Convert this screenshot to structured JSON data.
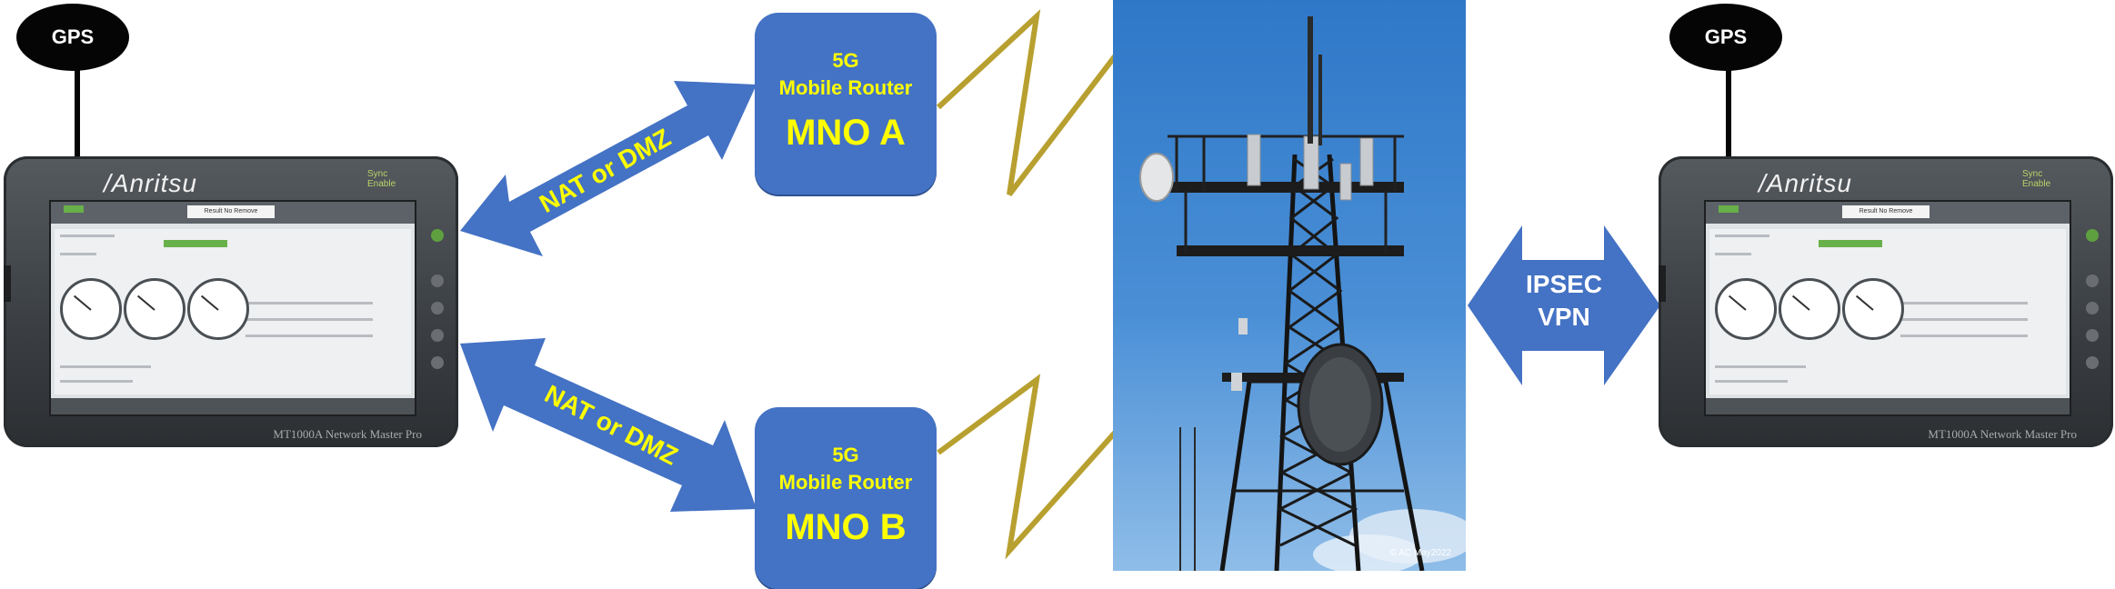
{
  "devices": {
    "left": {
      "brand": "/Anritsu",
      "model": "MT1000A Network Master Pro",
      "screen_title": "Result No Remove",
      "tag": "Sync Enable"
    },
    "right": {
      "brand": "/Anritsu",
      "model": "MT1000A Network Master Pro",
      "screen_title": "Result No Remove",
      "tag": "Sync Enable"
    }
  },
  "gps": {
    "left": "GPS",
    "right": "GPS"
  },
  "routers": {
    "a": {
      "line1": "5G",
      "line2": "Mobile Router",
      "line3": "MNO A"
    },
    "b": {
      "line1": "5G",
      "line2": "Mobile Router",
      "line3": "MNO B"
    }
  },
  "links": {
    "top": "NAT or DMZ",
    "bottom": "NAT or DMZ",
    "vpn_line1": "IPSEC",
    "vpn_line2": "VPN"
  },
  "photo": {
    "credit": "© AC May2022"
  },
  "colors": {
    "router_fill": "#4472c4",
    "router_text": "#ffff00",
    "arrow_fill": "#4472c4",
    "arrow_text": "#ffff00",
    "vpn_text": "#ffffff",
    "radio_link": "#b8a030",
    "sky": "#3f86d0"
  }
}
